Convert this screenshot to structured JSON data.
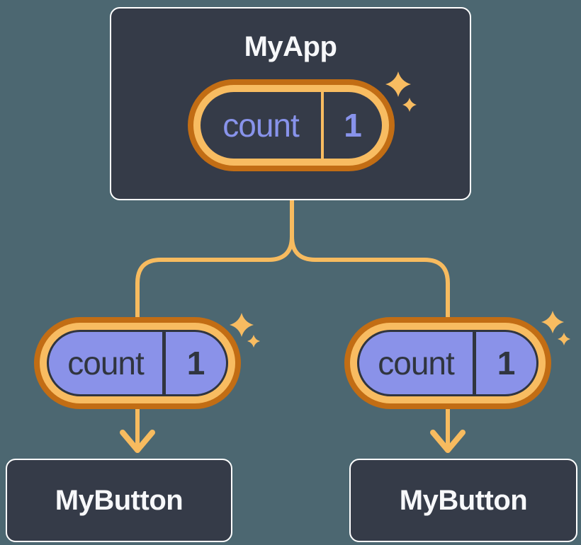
{
  "diagram": {
    "root": {
      "title": "MyApp",
      "state": {
        "key": "count",
        "value": "1"
      }
    },
    "children": [
      {
        "title": "MyButton",
        "prop": {
          "key": "count",
          "value": "1"
        }
      },
      {
        "title": "MyButton",
        "prop": {
          "key": "count",
          "value": "1"
        }
      }
    ]
  },
  "colors": {
    "background": "#4C6771",
    "node_background": "#353B48",
    "node_border": "#FFFFFF",
    "node_text": "#F7F8FA",
    "state_text": "#8893EB",
    "prop_fill": "#8A92E9",
    "prop_text": "#30353F",
    "ring_outer": "#C26D14",
    "ring_inner": "#F8BC61",
    "line": "#F7BB5F"
  }
}
